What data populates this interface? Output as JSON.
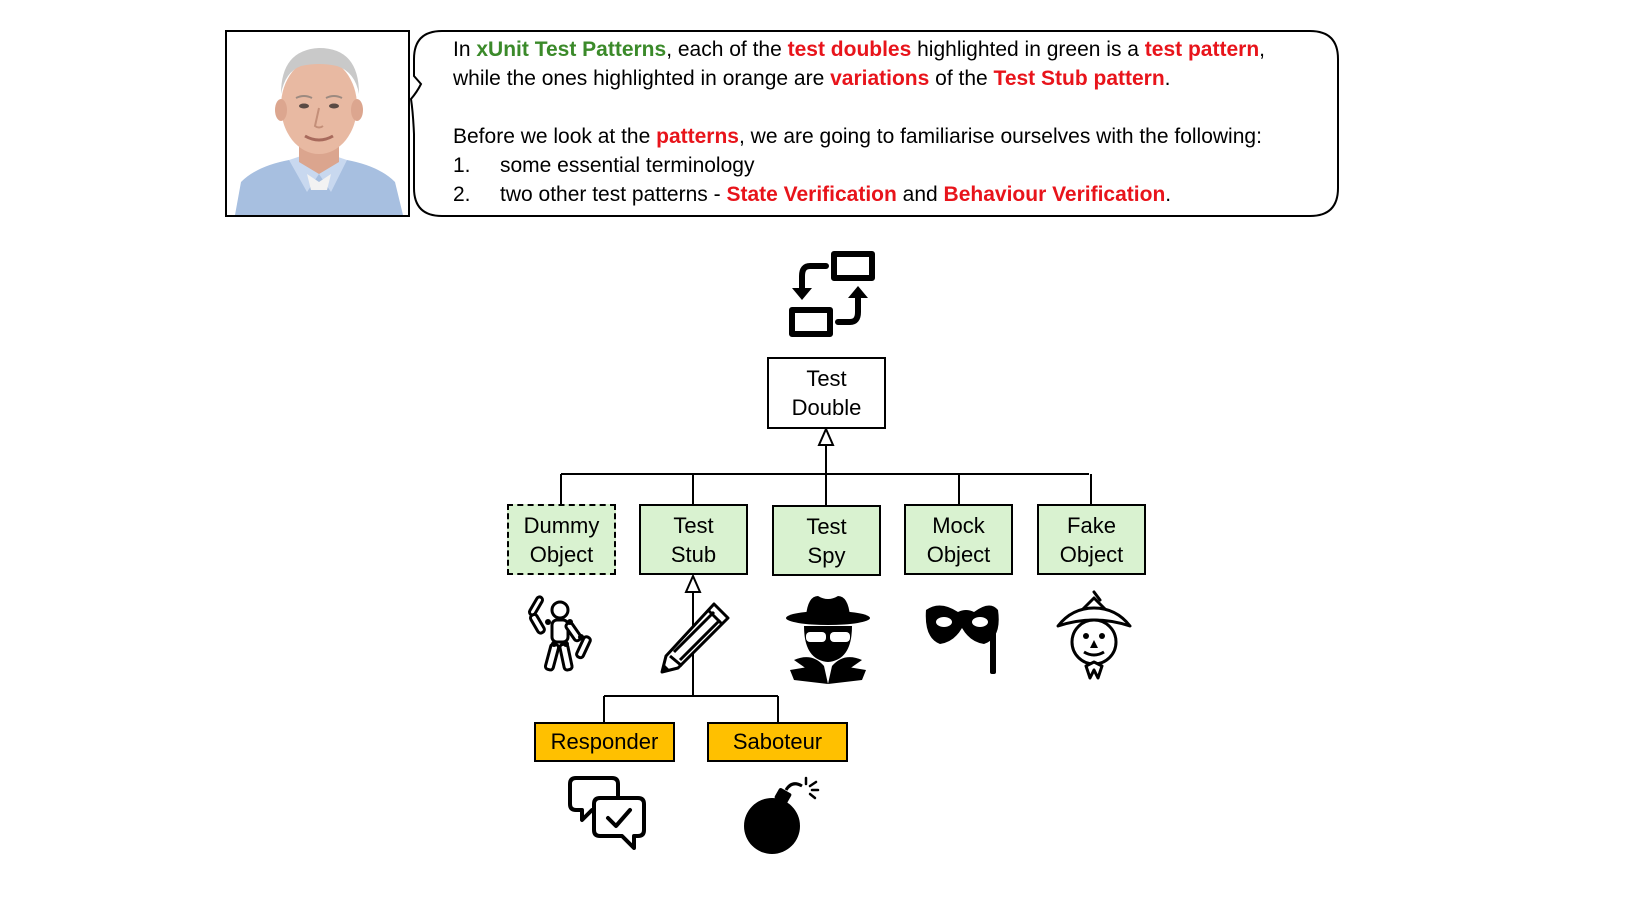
{
  "speech_bubble": {
    "line1": [
      {
        "t": "In ",
        "s": "plain"
      },
      {
        "t": "xUnit Test Patterns",
        "s": "green"
      },
      {
        "t": ", each of the ",
        "s": "plain"
      },
      {
        "t": "test doubles",
        "s": "red"
      },
      {
        "t": " highlighted in green is a ",
        "s": "plain"
      },
      {
        "t": "test pattern",
        "s": "red"
      },
      {
        "t": ",",
        "s": "plain"
      }
    ],
    "line2": [
      {
        "t": "while the ones highlighted in orange are ",
        "s": "plain"
      },
      {
        "t": "variations",
        "s": "red"
      },
      {
        "t": " of the ",
        "s": "plain"
      },
      {
        "t": "Test Stub pattern",
        "s": "red"
      },
      {
        "t": ".",
        "s": "plain"
      }
    ],
    "line3": [
      {
        "t": "Before we look at the ",
        "s": "plain"
      },
      {
        "t": "patterns",
        "s": "red"
      },
      {
        "t": ", we are going to familiarise ourselves with the following:",
        "s": "plain"
      }
    ],
    "list": [
      {
        "num": "1.",
        "parts": [
          {
            "t": "some essential terminology",
            "s": "plain"
          }
        ]
      },
      {
        "num": "2.",
        "parts": [
          {
            "t": "two other test patterns - ",
            "s": "plain"
          },
          {
            "t": "State Verification",
            "s": "red"
          },
          {
            "t": " and ",
            "s": "plain"
          },
          {
            "t": "Behaviour Verification",
            "s": "red"
          },
          {
            "t": ".",
            "s": "plain"
          }
        ]
      }
    ]
  },
  "diagram": {
    "root": {
      "label": "Test\nDouble",
      "icon": "swap-arrows-icon"
    },
    "children": [
      {
        "label": "Dummy\nObject",
        "icon": "wooden-mannequin-icon"
      },
      {
        "label": "Test\nStub",
        "icon": "pencil-icon"
      },
      {
        "label": "Test\nSpy",
        "icon": "spy-icon"
      },
      {
        "label": "Mock\nObject",
        "icon": "mask-icon"
      },
      {
        "label": "Fake\nObject",
        "icon": "scarecrow-icon"
      }
    ],
    "stub_variations": [
      {
        "label": "Responder",
        "icon": "chat-check-icon"
      },
      {
        "label": "Saboteur",
        "icon": "bomb-icon"
      }
    ]
  },
  "colors": {
    "highlight_red": "#e8141b",
    "highlight_green_text": "#3b8a2a",
    "pattern_fill_green": "#d9f2d0",
    "variation_fill_orange": "#ffc000"
  }
}
